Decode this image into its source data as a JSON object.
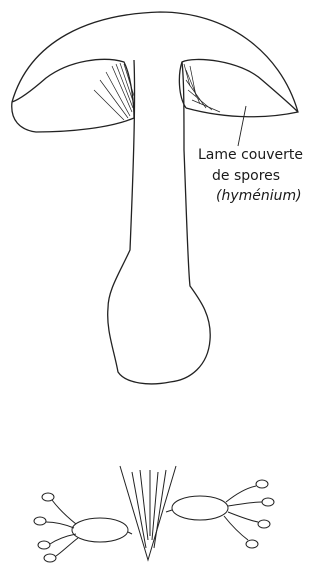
{
  "figure": {
    "label": {
      "line1": "Lame couverte",
      "line2": "de spores",
      "line3": "(hyménium)"
    }
  }
}
